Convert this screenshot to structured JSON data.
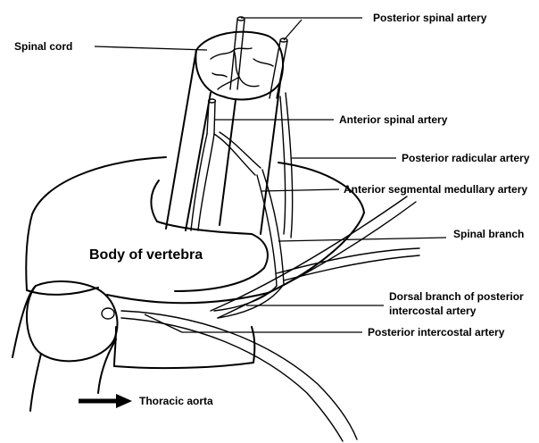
{
  "labels": {
    "posterior_spinal_artery": "Posterior spinal artery",
    "spinal_cord": "Spinal cord",
    "anterior_spinal_artery": "Anterior spinal artery",
    "posterior_radicular_artery": "Posterior radicular artery",
    "anterior_segmental_medullary_artery": "Anterior segmental medullary artery",
    "spinal_branch": "Spinal branch",
    "body_of_vertebra": "Body of vertebra",
    "dorsal_branch_line1": "Dorsal branch of posterior",
    "dorsal_branch_line2": "intercostal artery",
    "posterior_intercostal_artery": "Posterior intercostal artery",
    "thoracic_aorta": "Thoracic aorta"
  }
}
